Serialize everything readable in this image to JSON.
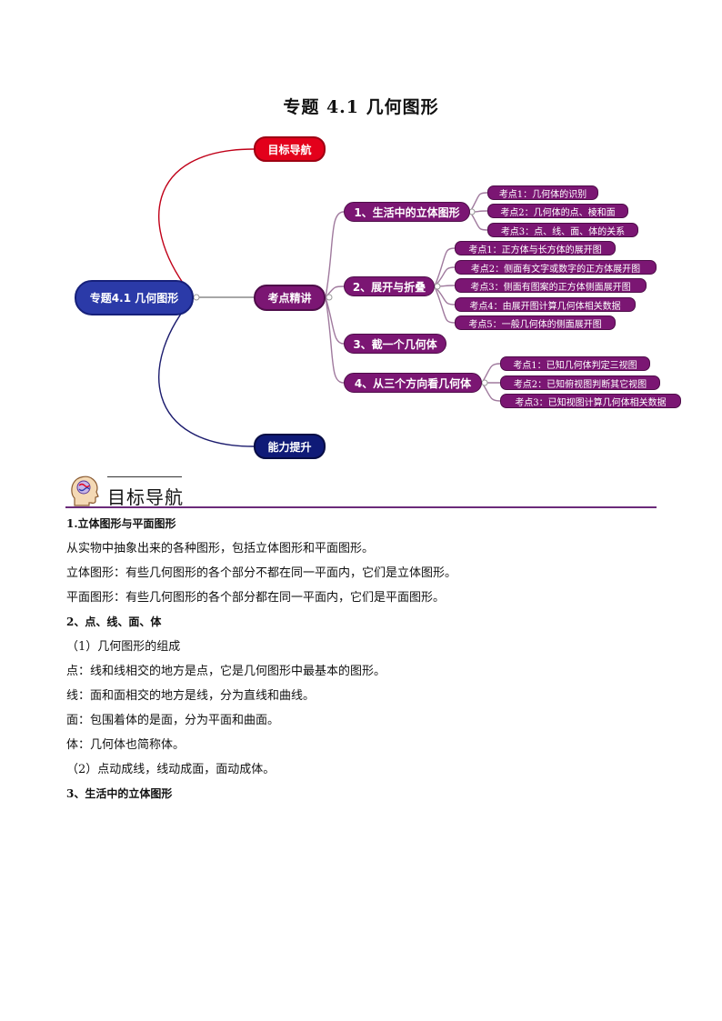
{
  "title": "专题 4.1  几何图形",
  "mindmap": {
    "root": "专题4.1 几何图形",
    "top": "目标导航",
    "middle": "考点精讲",
    "bottom": "能力提升",
    "branches": [
      {
        "label": "1、生活中的立体图形",
        "leaves": [
          "考点1：几何体的识别",
          "考点2：几何体的点、棱和面",
          "考点3：点、线、面、体的关系"
        ]
      },
      {
        "label": "2、展开与折叠",
        "leaves": [
          "考点1：正方体与长方体的展开图",
          "考点2：侧面有文字或数字的正方体展开图",
          "考点3：侧面有图案的正方体侧面展开图",
          "考点4：由展开图计算几何体相关数据",
          "考点5：一般几何体的侧面展开图"
        ]
      },
      {
        "label": "3、截一个几何体",
        "leaves": []
      },
      {
        "label": "4、从三个方向看几何体",
        "leaves": [
          "考点1：已知几何体判定三视图",
          "考点2：已知俯视图判断其它视图",
          "考点3：已知视图计算几何体相关数据"
        ]
      }
    ]
  },
  "section": {
    "icon": "brain-head-icon",
    "heading": "目标导航",
    "lines": [
      {
        "text": "1.立体图形与平面图形",
        "bold": true
      },
      {
        "text": "从实物中抽象出来的各种图形，包括立体图形和平面图形。",
        "bold": false
      },
      {
        "text": "立体图形：有些几何图形的各个部分不都在同一平面内，它们是立体图形。",
        "bold": false
      },
      {
        "text": "平面图形：有些几何图形的各个部分都在同一平面内，它们是平面图形。",
        "bold": false
      },
      {
        "text": "2、点、线、面、体",
        "bold": true
      },
      {
        "text": "（1）几何图形的组成",
        "bold": false
      },
      {
        "text": "点：线和线相交的地方是点，它是几何图形中最基本的图形。",
        "bold": false
      },
      {
        "text": "线：面和面相交的地方是线，分为直线和曲线。",
        "bold": false
      },
      {
        "text": "面：包围着体的是面，分为平面和曲面。",
        "bold": false
      },
      {
        "text": "体：几何体也简称体。",
        "bold": false
      },
      {
        "text": "（2）点动成线，线动成面，面动成体。",
        "bold": false
      },
      {
        "text": "3、生活中的立体图形",
        "bold": true
      }
    ]
  },
  "colors": {
    "red": "#e3001b",
    "root": "#2b3aa8",
    "purple": "#7b1673",
    "navy": "#0f1a77",
    "rule": "#6b2b7a"
  }
}
